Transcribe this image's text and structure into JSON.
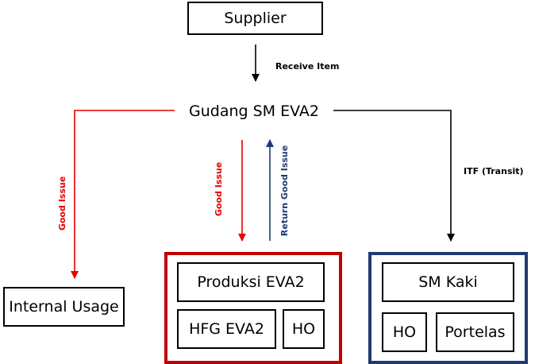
{
  "nodes": {
    "supplier": "Supplier",
    "gudang": "Gudang SM EVA2",
    "internal_usage": "Internal Usage",
    "produksi": "Produksi EVA2",
    "hfg": "HFG EVA2",
    "ho_produksi": "HO",
    "sm_kaki": "SM Kaki",
    "ho_kaki": "HO",
    "portelas": "Portelas"
  },
  "edges": {
    "receive_item": "Receive Item",
    "good_issue_left": "Good Issue",
    "good_issue_center": "Good Issue",
    "return_good_issue": "Return Good Issue",
    "itf_transit": "ITF (Transit)"
  },
  "colors": {
    "red": "#e60000",
    "dark_red": "#c00000",
    "navy": "#1f3b73",
    "black": "#000000"
  }
}
